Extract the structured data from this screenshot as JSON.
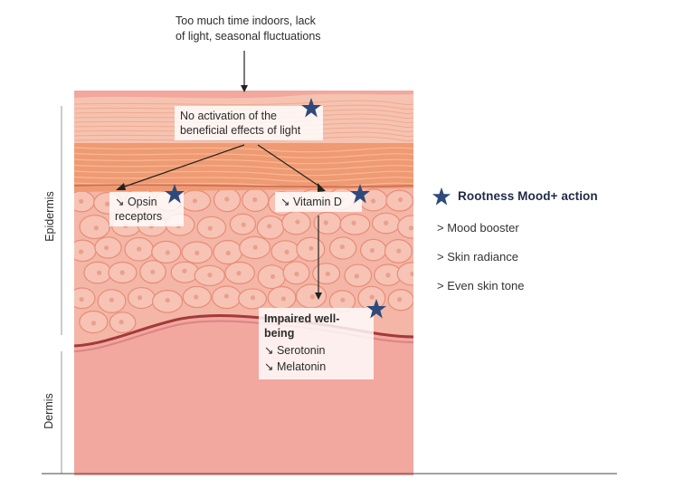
{
  "top_caption_line1": "Too much time indoors, lack",
  "top_caption_line2": "of light, seasonal fluctuations",
  "box_activation_line1": "No activation of the",
  "box_activation_line2": "beneficial effects of light",
  "box_opsin_line1": "↘ Opsin",
  "box_opsin_line2": "receptors",
  "box_vitd": "↘ Vitamin D",
  "box_wellbeing_title": "Impaired well-being",
  "box_wellbeing_line1": "↘ Serotonin",
  "box_wellbeing_line2": "↘ Melatonin",
  "layer_epidermis": "Epidermis",
  "layer_dermis": "Dermis",
  "legend": {
    "title": "Rootness Mood+ action",
    "items": [
      "> Mood booster",
      "> Skin radiance",
      "> Even skin tone"
    ]
  },
  "colors": {
    "star": "#2f4a7a",
    "dermis": "#f2a79f",
    "cells": "#f4b6a6",
    "cell_border": "#e88c78",
    "upper_layer": "#f6c3b0",
    "orange_layer": "#ef9a72",
    "basal_line": "#a33a3a"
  }
}
